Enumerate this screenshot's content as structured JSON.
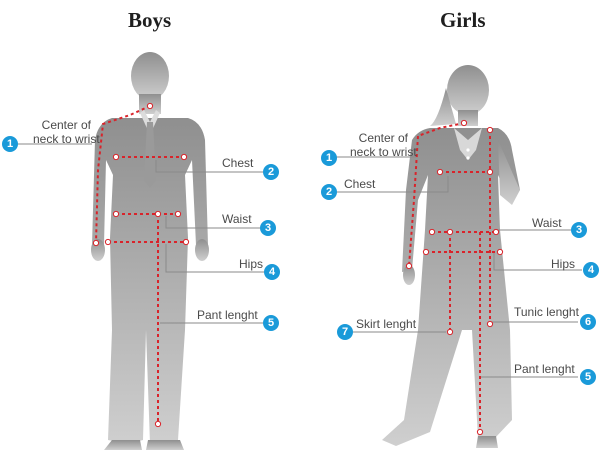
{
  "titles": {
    "boys": "Boys",
    "girls": "Girls"
  },
  "colors": {
    "silhouette": "#a5a5a5",
    "measure_line": "#d9232a",
    "badge": "#1a9ad9",
    "leader_line": "#8a8a8a",
    "label_text": "#4a4a4a"
  },
  "boys": {
    "neck_wrist_line1": "Center of",
    "neck_wrist_line2": "neck to wrist",
    "neck_wrist_num": "1",
    "chest": "Chest",
    "chest_num": "2",
    "waist": "Waist",
    "waist_num": "3",
    "hips": "Hips",
    "hips_num": "4",
    "pant": "Pant lenght",
    "pant_num": "5"
  },
  "girls": {
    "neck_wrist_line1": "Center of",
    "neck_wrist_line2": "neck to wrist",
    "neck_wrist_num": "1",
    "chest": "Chest",
    "chest_num": "2",
    "waist": "Waist",
    "waist_num": "3",
    "hips": "Hips",
    "hips_num": "4",
    "tunic": "Tunic lenght",
    "tunic_num": "6",
    "skirt": "Skirt lenght",
    "skirt_num": "7",
    "pant": "Pant lenght",
    "pant_num": "5"
  }
}
